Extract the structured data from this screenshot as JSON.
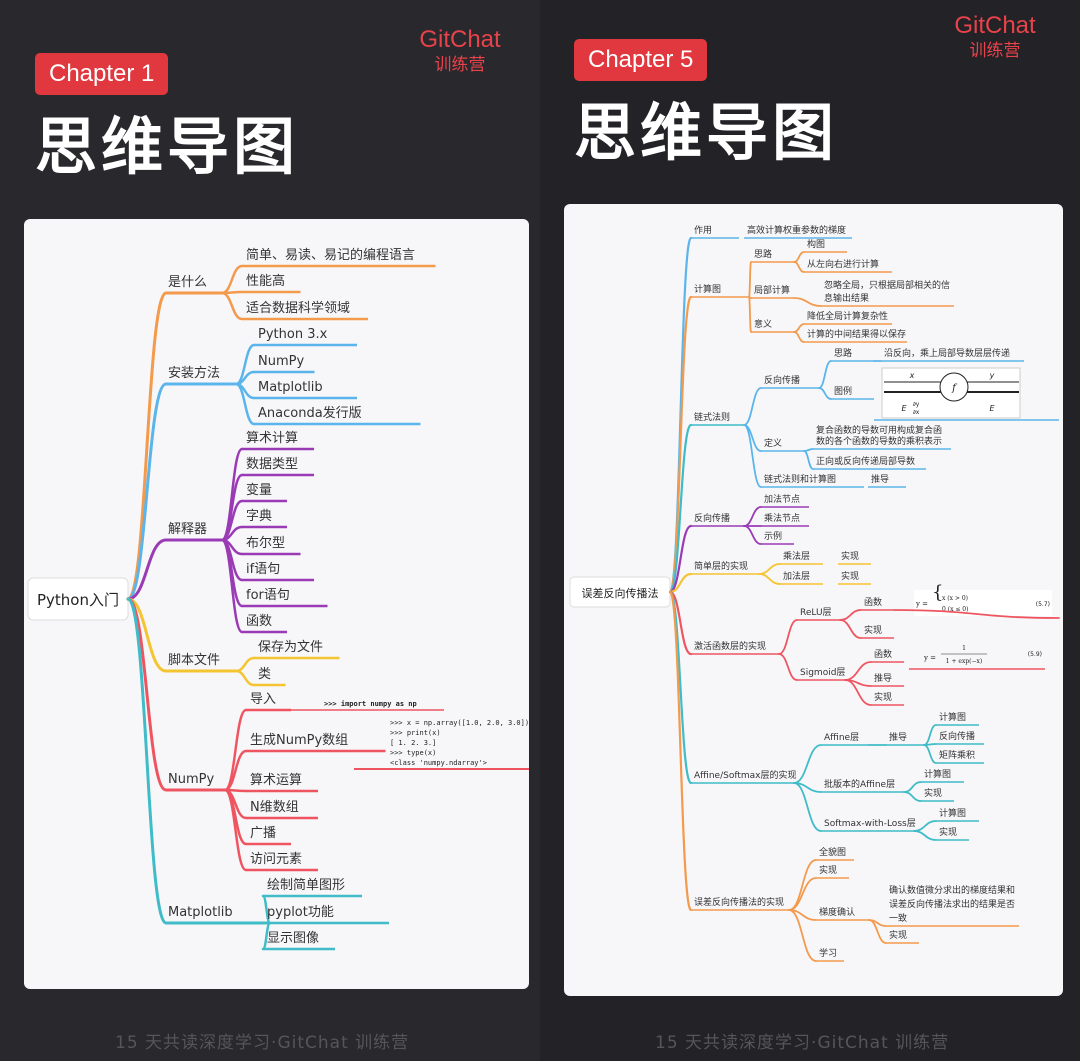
{
  "left": {
    "chapter": "Chapter 1",
    "brand": {
      "line1": "GitChat",
      "line2": "训练营"
    },
    "title": "思维导图",
    "footer": "15 天共读深度学习·GitChat 训练营",
    "mindmap": {
      "root": "Python入门",
      "branches": [
        {
          "label": "是什么",
          "color": "#f39a4c",
          "children": [
            "简单、易读、易记的编程语言",
            "性能高",
            "适合数据科学领域"
          ]
        },
        {
          "label": "安装方法",
          "color": "#5bb5ea",
          "children": [
            "Python 3.x",
            "NumPy",
            "Matplotlib",
            "Anaconda发行版"
          ]
        },
        {
          "label": "解释器",
          "color": "#9a3bb5",
          "children": [
            "算术计算",
            "数据类型",
            "变量",
            "字典",
            "布尔型",
            "if语句",
            "for语句",
            "函数"
          ]
        },
        {
          "label": "脚本文件",
          "color": "#f5c431",
          "children": [
            "保存为文件",
            "类"
          ]
        },
        {
          "label": "NumPy",
          "color": "#ef5560",
          "children": [
            "导入",
            "生成NumPy数组",
            "算术运算",
            "N维数组",
            "广播",
            "访问元素"
          ]
        },
        {
          "label": "Matplotlib",
          "color": "#3fbcc8",
          "children": [
            "绘制简单图形",
            "pyplot功能",
            "显示图像"
          ]
        }
      ],
      "code_import": ">>> import numpy as np",
      "code_array": [
        ">>> x = np.array([1.0, 2.0, 3.0])",
        ">>> print(x)",
        "[ 1.  2.  3.]",
        ">>> type(x)",
        "<class 'numpy.ndarray'>"
      ]
    }
  },
  "right": {
    "chapter": "Chapter 5",
    "brand": {
      "line1": "GitChat",
      "line2": "训练营"
    },
    "title": "思维导图",
    "footer": "15 天共读深度学习·GitChat 训练营",
    "mindmap": {
      "root": "误差反向传播法",
      "texts": {
        "zuoyong": "作用",
        "zuoyong_c": "高效计算权重参数的梯度",
        "jisuantu": "计算图",
        "silu": "思路",
        "goutu": "构图",
        "zuoxiangyou": "从左向右进行计算",
        "jubu": "局部计算",
        "jubu_c1": "忽略全局，只根据局部相关的信",
        "jubu_c2": "息输出结果",
        "yiyi": "意义",
        "yiyi_c1": "降低全局计算复杂性",
        "yiyi_c2": "计算的中间结果得以保存",
        "lianshi": "链式法则",
        "fxcb": "反向传播",
        "silu2": "思路",
        "silu2_c": "沿反向，乘上局部导数层层传递",
        "tuli": "图例",
        "dingyi": "定义",
        "dingyi_c1": "复合函数的导数可用构成复合函",
        "dingyi_c2": "数的各个函数的导数的乘积表示",
        "dingyi_c3": "正向或反向传递局部导数",
        "lsjs": "链式法则和计算图",
        "tuidao": "推导",
        "fxcb2": "反向传播",
        "jiafa": "加法节点",
        "chengfa": "乘法节点",
        "shili": "示例",
        "jdc": "简单层的实现",
        "cfc": "乘法层",
        "jfc": "加法层",
        "shixian": "实现",
        "jhhs": "激活函数层的实现",
        "relu": "ReLU层",
        "hanshu": "函数",
        "sigmoid": "Sigmoid层",
        "affine_impl": "Affine/Softmax层的实现",
        "affine": "Affine层",
        "jisuantu2": "计算图",
        "jzcj": "矩阵乘积",
        "pbb": "批版本的Affine层",
        "swl": "Softmax-with-Loss层",
        "wcfx": "误差反向传播法的实现",
        "quanmao": "全貌图",
        "tdqr": "梯度确认",
        "tdqr_c1": "确认数值微分求出的梯度结果和",
        "tdqr_c2": "误差反向传播法求出的结果是否",
        "tdqr_c3": "一致",
        "xuexi": "学习",
        "eq57_num": "(5.7)",
        "eq59_num": "(5.9)",
        "eq57_y": "y =",
        "eq57_r1": "x   (x > 0)",
        "eq57_r2": "0   (x ≤ 0)",
        "eq59_y": "y =",
        "eq59_n": "1",
        "eq59_d": "1 + exp(−x)",
        "leg_x": "x",
        "leg_y": "y",
        "leg_f": "f",
        "leg_e1": "E",
        "leg_e2": "E",
        "leg_frac_n": "∂y",
        "leg_frac_d": "∂x"
      }
    }
  }
}
